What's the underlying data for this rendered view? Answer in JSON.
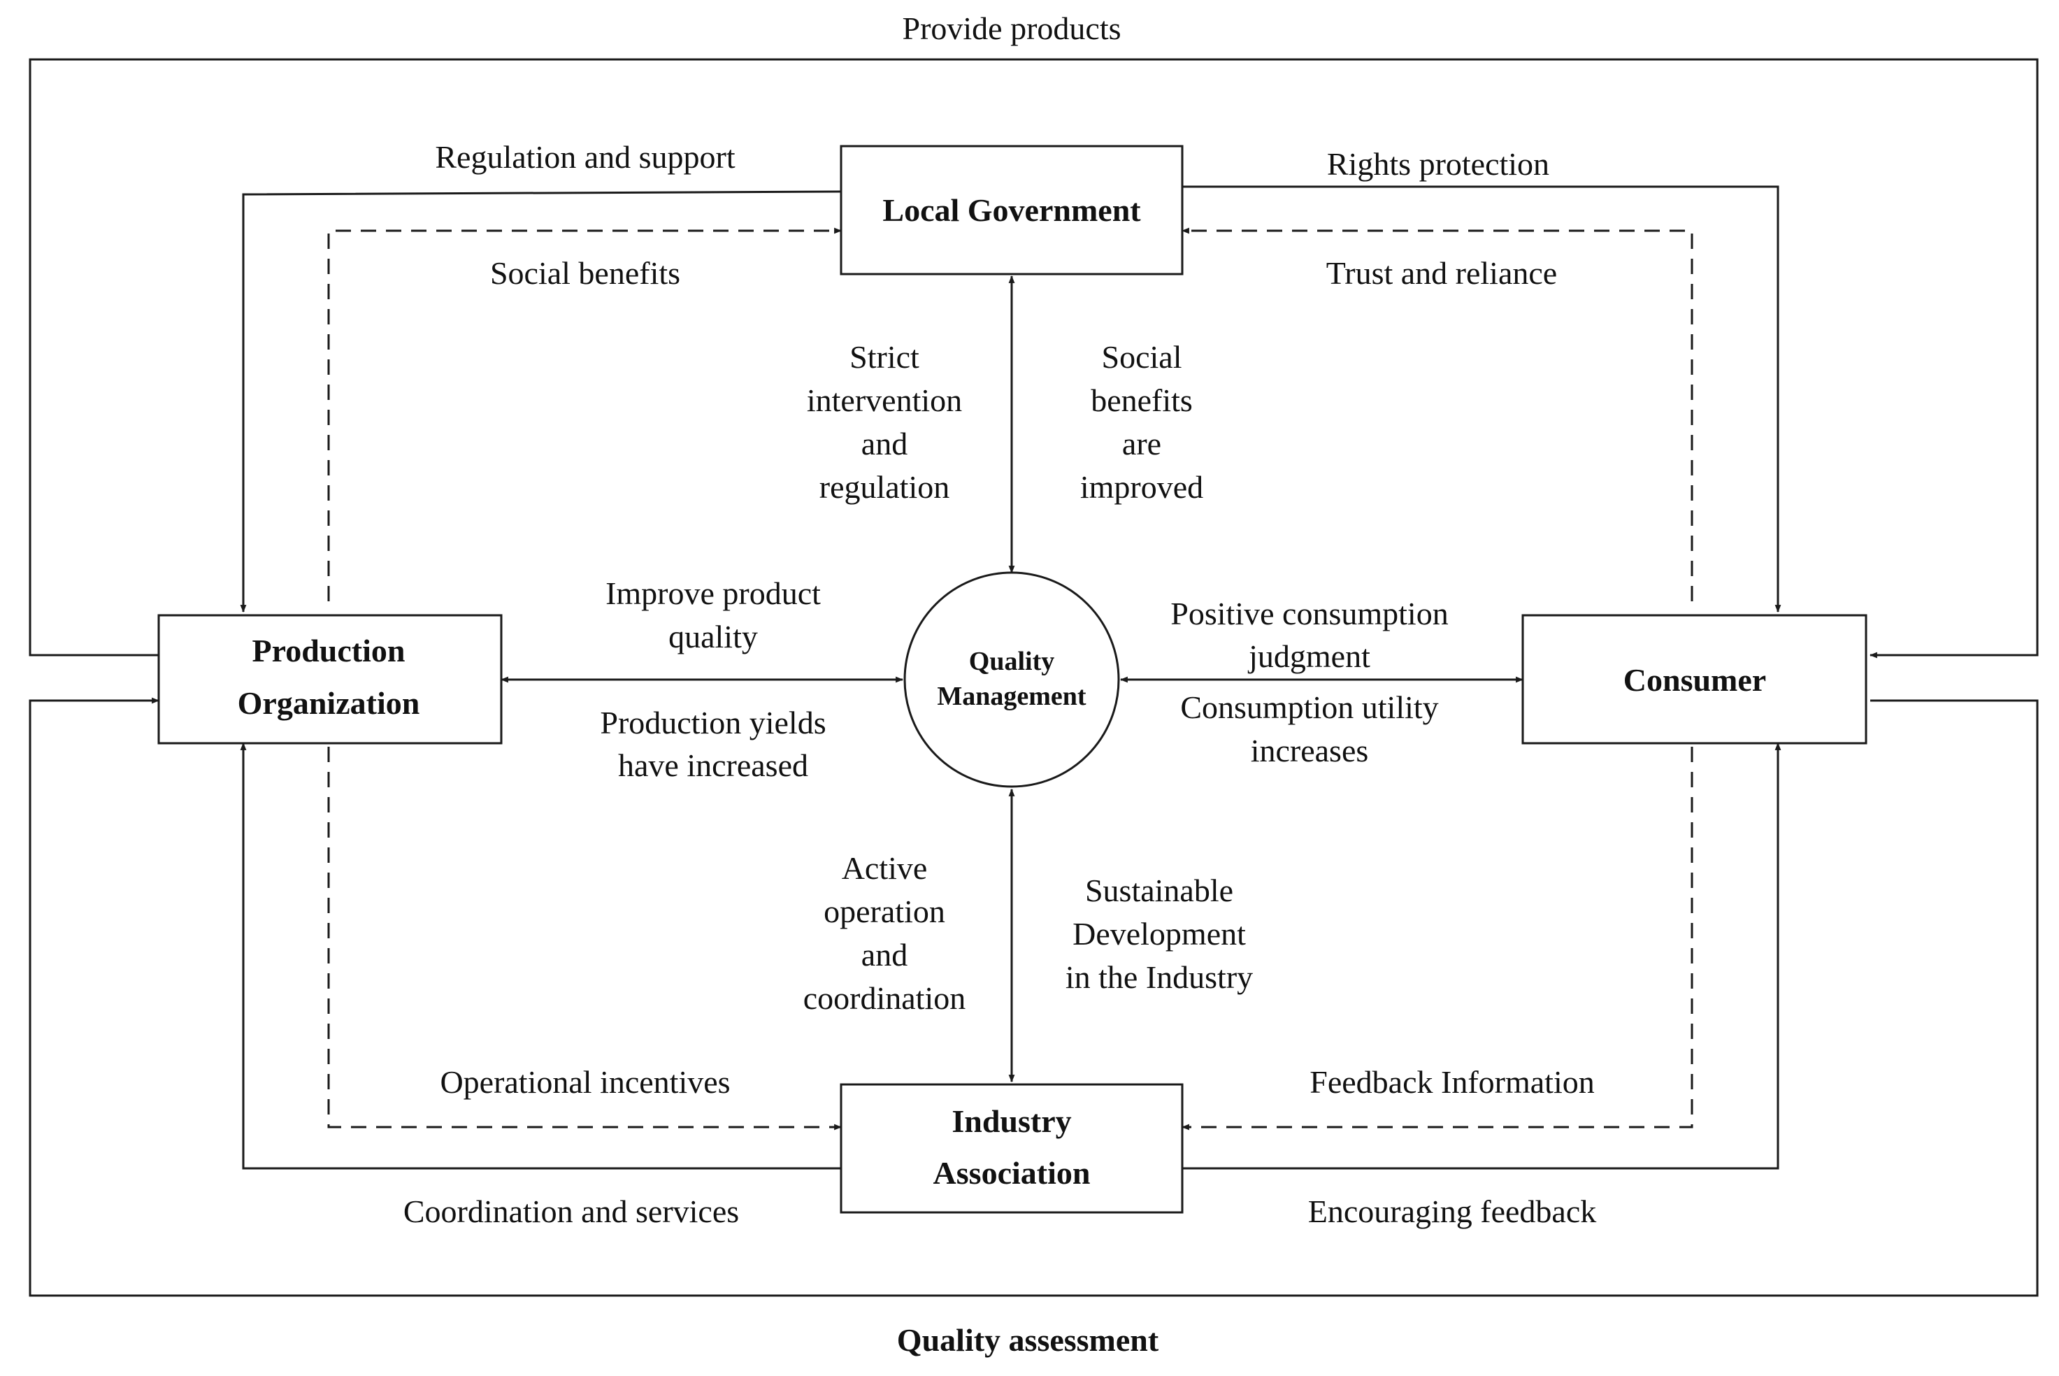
{
  "nodes": {
    "local_government": "Local Government",
    "production_organization": [
      "Production",
      "Organization"
    ],
    "consumer": "Consumer",
    "industry_association": [
      "Industry",
      "Association"
    ],
    "quality_management": [
      "Quality",
      "Management"
    ]
  },
  "labels": {
    "provide_products": "Provide products",
    "quality_assessment": "Quality assessment",
    "regulation_and_support": "Regulation and support",
    "social_benefits": "Social benefits",
    "rights_protection": "Rights protection",
    "trust_and_reliance": "Trust and reliance",
    "strict_intervention": [
      "Strict",
      "intervention",
      "and",
      "regulation"
    ],
    "social_benefits_improved": [
      "Social",
      "benefits",
      "are",
      "improved"
    ],
    "improve_product_quality": [
      "Improve product",
      "quality"
    ],
    "production_yields": [
      "Production yields",
      "have increased"
    ],
    "positive_consumption": [
      "Positive consumption",
      "judgment"
    ],
    "consumption_utility": [
      "Consumption utility",
      "increases"
    ],
    "active_operation": [
      "Active",
      "operation",
      "and",
      "coordination"
    ],
    "sustainable_development": [
      "Sustainable",
      "Development",
      "in the Industry"
    ],
    "operational_incentives": "Operational incentives",
    "feedback_information": "Feedback Information",
    "coordination_and_services": "Coordination and services",
    "encouraging_feedback": "Encouraging feedback"
  }
}
